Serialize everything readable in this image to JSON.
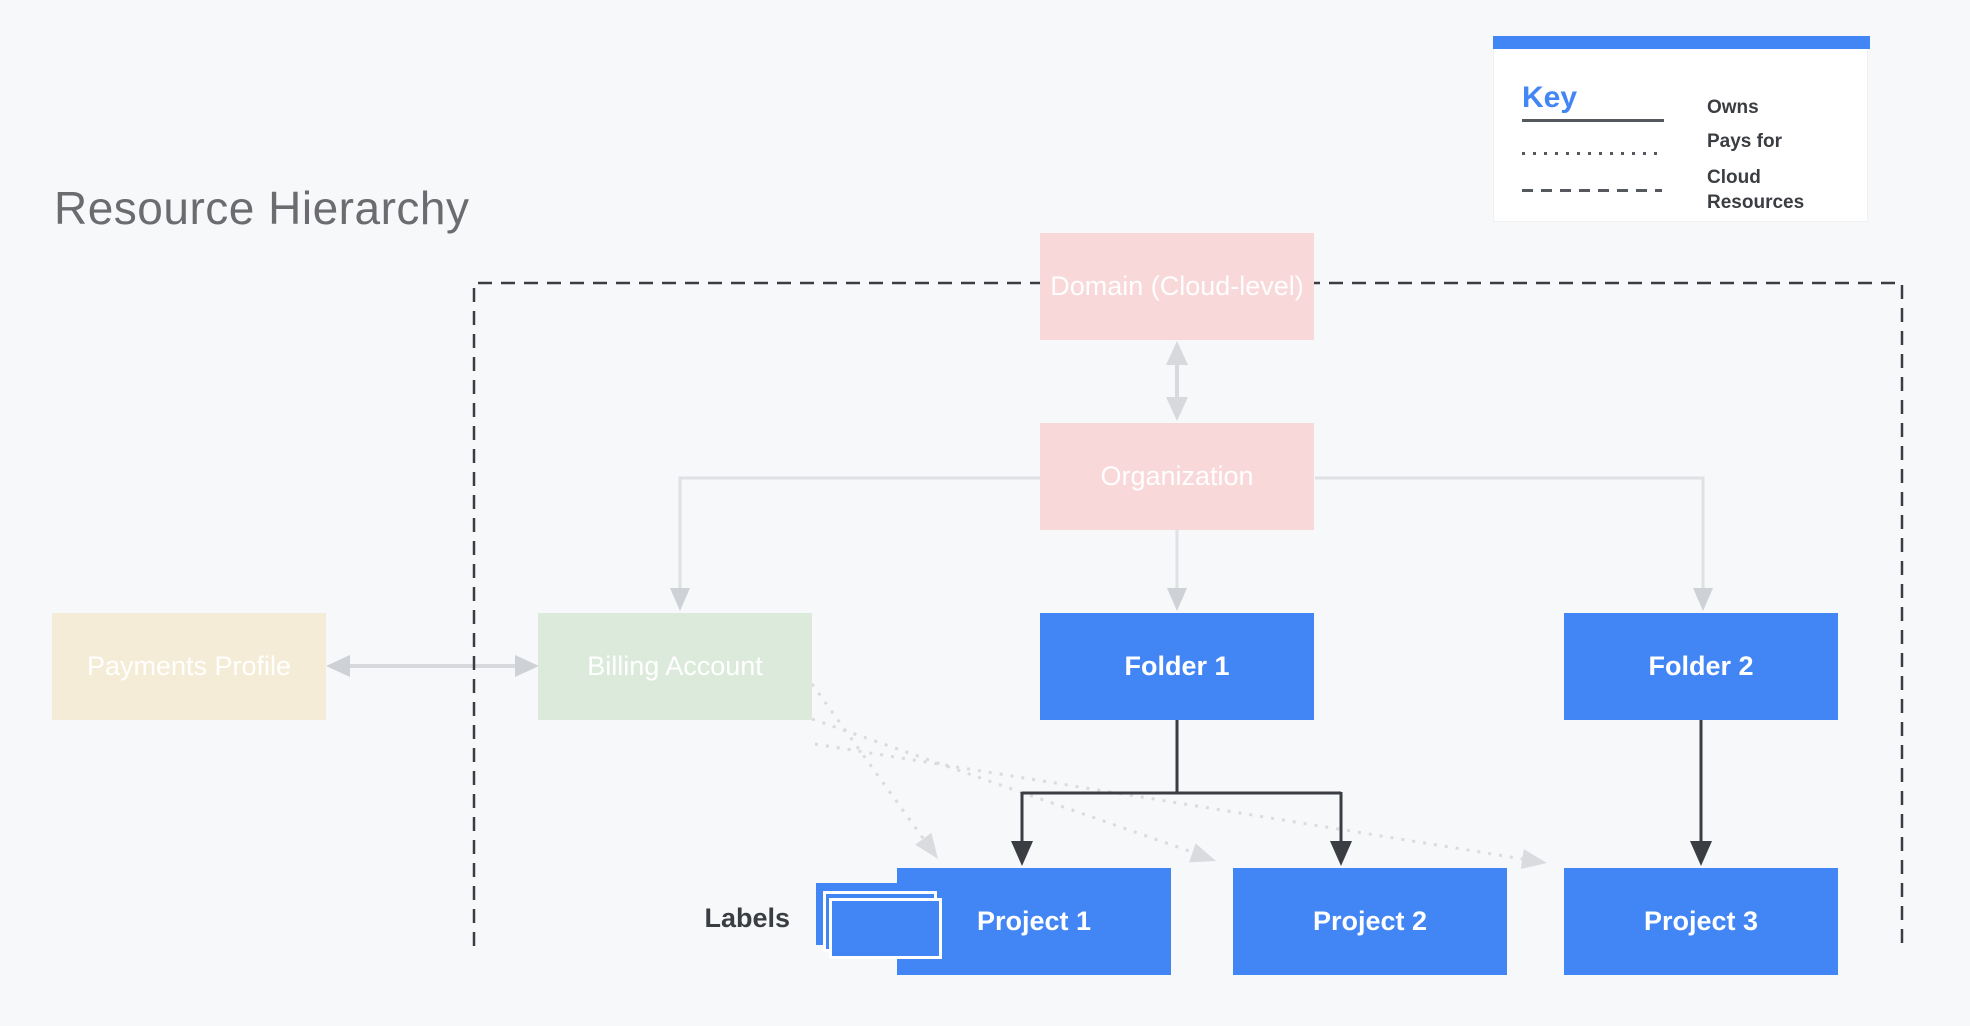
{
  "title": "Resource Hierarchy",
  "key": {
    "heading": "Key",
    "items": [
      {
        "style": "solid",
        "label": "Owns"
      },
      {
        "style": "dotted",
        "label": "Pays for"
      },
      {
        "style": "dashed",
        "label": "Cloud Resources"
      }
    ]
  },
  "nodes": {
    "domain": {
      "label": "Domain (Cloud-level)",
      "color": "#f8d8d8"
    },
    "organization": {
      "label": "Organization",
      "color": "#f8d8d8"
    },
    "payments_profile": {
      "label": "Payments Profile",
      "color": "#f5ecd7"
    },
    "billing_account": {
      "label": "Billing Account",
      "color": "#dceadb"
    },
    "folder1": {
      "label": "Folder 1",
      "color": "#4285f4"
    },
    "folder2": {
      "label": "Folder 2",
      "color": "#4285f4"
    },
    "project1": {
      "label": "Project 1",
      "color": "#4285f4"
    },
    "project2": {
      "label": "Project 2",
      "color": "#4285f4"
    },
    "project3": {
      "label": "Project 3",
      "color": "#4285f4"
    }
  },
  "annotations": {
    "labels": "Labels"
  },
  "colors": {
    "background": "#f7f8fa",
    "accent_blue": "#4285f4",
    "node_pink": "#f8d8d8",
    "node_beige": "#f5ecd7",
    "node_green": "#dceadb",
    "line_dark": "#3a3d41",
    "line_gray": "#dfe1e4",
    "line_dotted": "#d9dbde",
    "title_gray": "#6c6c70"
  }
}
